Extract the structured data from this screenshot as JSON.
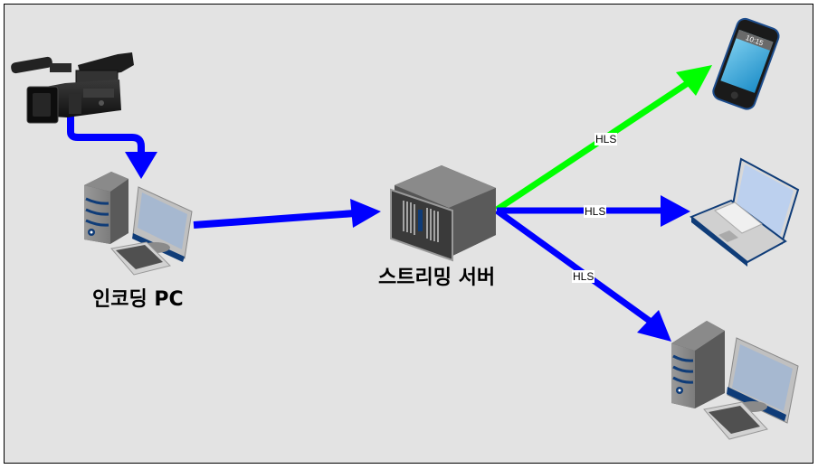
{
  "diagram": {
    "nodes": [
      {
        "id": "camera",
        "label": "",
        "icon": "video-camera-icon"
      },
      {
        "id": "encoding_pc",
        "label": "인코딩 PC",
        "icon": "desktop-pc-icon"
      },
      {
        "id": "streaming_server",
        "label": "스트리밍 서버",
        "icon": "rack-server-icon"
      },
      {
        "id": "smartphone",
        "label": "",
        "icon": "smartphone-icon",
        "screen_time": "10:15"
      },
      {
        "id": "laptop",
        "label": "",
        "icon": "laptop-icon"
      },
      {
        "id": "client_pc",
        "label": "",
        "icon": "desktop-pc-icon"
      }
    ],
    "edges": [
      {
        "from": "camera",
        "to": "encoding_pc",
        "label": "",
        "color": "#0000ff"
      },
      {
        "from": "encoding_pc",
        "to": "streaming_server",
        "label": "",
        "color": "#0000ff"
      },
      {
        "from": "streaming_server",
        "to": "smartphone",
        "label": "HLS",
        "color": "#00ff00"
      },
      {
        "from": "streaming_server",
        "to": "laptop",
        "label": "HLS",
        "color": "#0000ff"
      },
      {
        "from": "streaming_server",
        "to": "client_pc",
        "label": "HLS",
        "color": "#0000ff"
      }
    ]
  },
  "colors": {
    "background": "#e3e3e3",
    "arrow_blue": "#0000ff",
    "arrow_green": "#00ff00",
    "device_navy": "#0f3c78"
  }
}
